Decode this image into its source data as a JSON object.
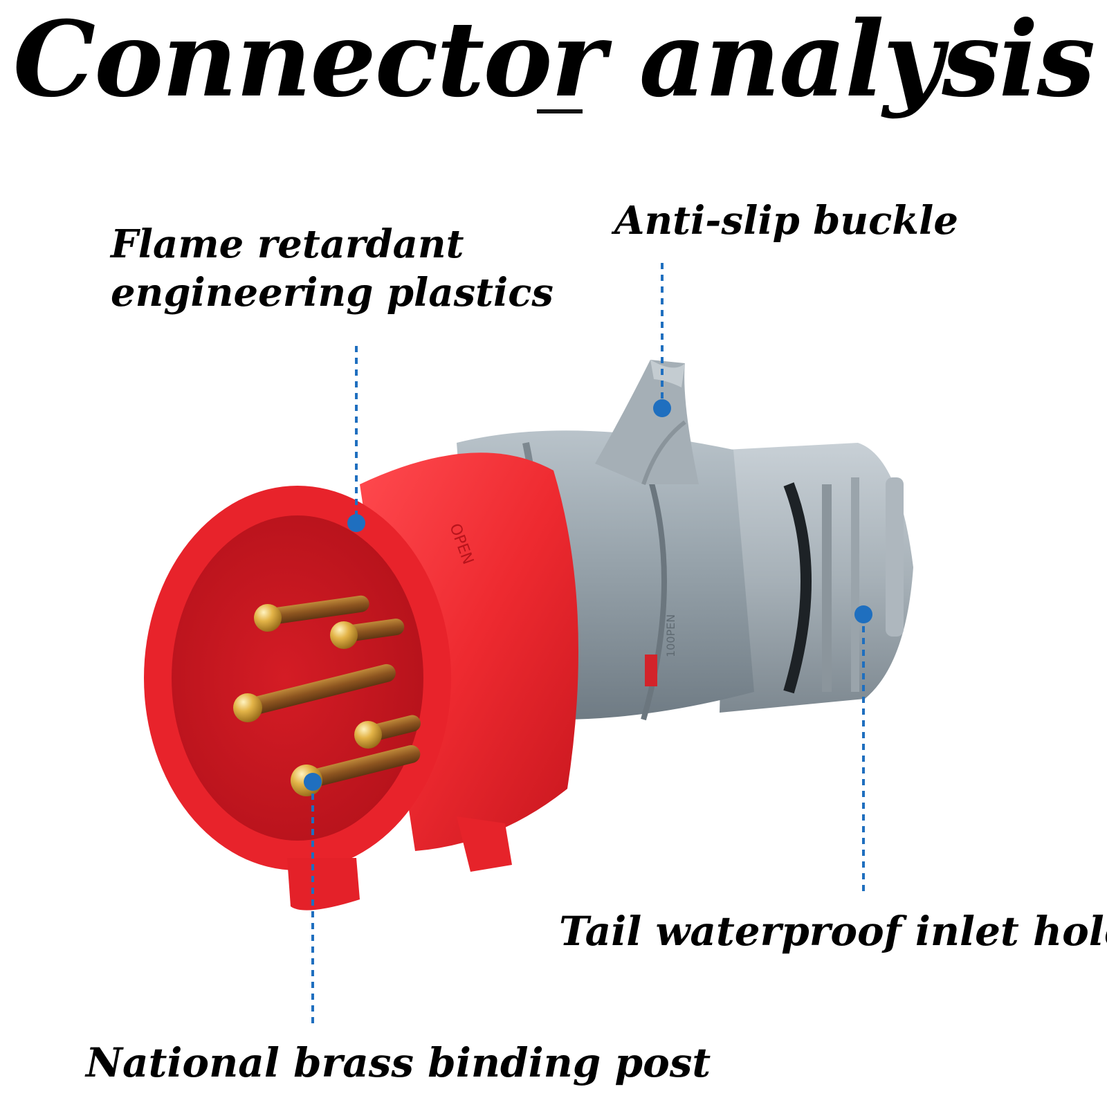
{
  "title": "Connector analysis",
  "callouts": {
    "flame": {
      "line1": "Flame retardant",
      "line2": "engineering plastics"
    },
    "buckle": {
      "text": "Anti-slip buckle"
    },
    "tail": {
      "text": "Tail waterproof inlet hole"
    },
    "brass": {
      "text": "National brass binding post"
    }
  },
  "colors": {
    "housing_red": "#e8232b",
    "body_gray": "#8f9ba4",
    "leader_blue": "#1f6fbf",
    "pin_brass": "#c8962a"
  }
}
